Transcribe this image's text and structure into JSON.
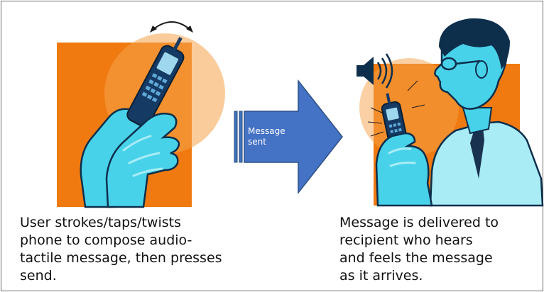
{
  "arrow": {
    "label_line1": "Message",
    "label_line2": "sent"
  },
  "captions": {
    "left": "User strokes/taps/twists\nphone to compose audio-\ntactile message, then presses\nsend.",
    "right": "Message is delivered to\nrecipient who hears\nand feels the message\nas it arrives."
  },
  "colors": {
    "panel_orange": "#f07a10",
    "panel_glow": "#f6a24a",
    "skin_cyan": "#48d2ea",
    "skin_light": "#a9ecf6",
    "outline_navy": "#0d2f4c",
    "arrow_blue": "#3f72ba",
    "arrow_edge": "#2c4f86",
    "phone_dark": "#153a63",
    "tie_navy": "#18324f"
  },
  "icons": [
    "rotate-arrow-icon",
    "speaker-icon",
    "sound-waves-icon"
  ]
}
